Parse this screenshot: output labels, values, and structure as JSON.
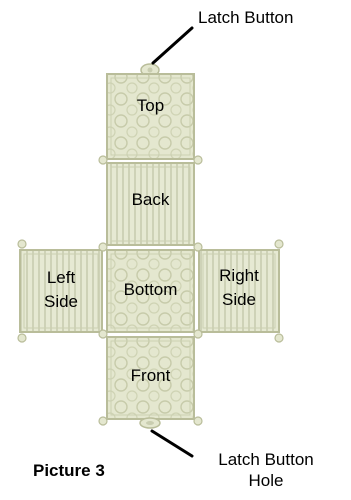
{
  "panels": {
    "top": "Top",
    "back": "Back",
    "left_line1": "Left",
    "left_line2": "Side",
    "bottom": "Bottom",
    "right_line1": "Right",
    "right_line2": "Side",
    "front": "Front"
  },
  "callouts": {
    "latch_button": "Latch Button",
    "latch_hole_line1": "Latch Button",
    "latch_hole_line2": "Hole"
  },
  "caption": "Picture 3",
  "colors": {
    "panel_fill": "#e4e7cf",
    "panel_border": "#b9bd9a",
    "ornament": "#c9cdb0"
  }
}
